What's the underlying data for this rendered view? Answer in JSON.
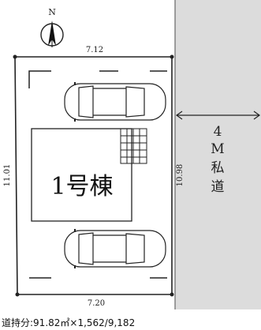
{
  "compass": {
    "label": "N"
  },
  "dimensions": {
    "top": "7.12",
    "bottom": "7.20",
    "left": "11.01",
    "right": "10.98"
  },
  "building": {
    "label": "1号棟"
  },
  "road": {
    "width": "4",
    "unit": "M",
    "type_chars": [
      "私",
      "道"
    ]
  },
  "footer": {
    "text": "道持分:91.82㎡×1,562/9,182"
  },
  "colors": {
    "road_fill": "#dcdcdc",
    "line": "#222222"
  }
}
